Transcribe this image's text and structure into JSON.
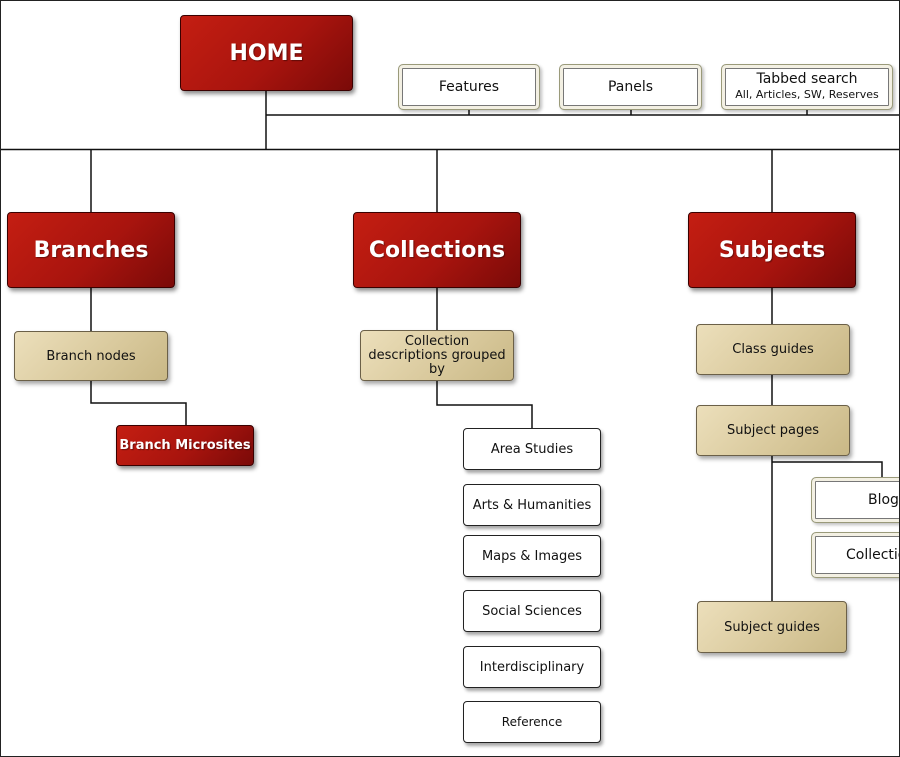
{
  "home": {
    "label": "HOME"
  },
  "top_tabs": [
    {
      "label": "Features"
    },
    {
      "label": "Panels"
    },
    {
      "label": "Tabbed search",
      "sublabel": "All, Articles, SW, Reserves"
    }
  ],
  "sections": {
    "branches": {
      "label": "Branches",
      "children": [
        {
          "label": "Branch nodes"
        },
        {
          "label": "Branch Microsites"
        }
      ]
    },
    "collections": {
      "label": "Collections",
      "group_label": "Collection descriptions grouped by",
      "items": [
        {
          "label": "Area Studies"
        },
        {
          "label": "Arts & Humanities"
        },
        {
          "label": "Maps & Images"
        },
        {
          "label": "Social Sciences"
        },
        {
          "label": "Interdisciplinary"
        },
        {
          "label": "Reference"
        }
      ]
    },
    "subjects": {
      "label": "Subjects",
      "children": [
        {
          "label": "Class guides"
        },
        {
          "label": "Subject pages"
        },
        {
          "label": "Subject guides"
        }
      ],
      "subject_page_links": [
        {
          "label": "Blog"
        },
        {
          "label": "Collectio"
        }
      ]
    }
  },
  "colors": {
    "primary_node": "#a8140e",
    "secondary_node": "#d8c89b",
    "leaf_node": "#ffffff",
    "connector": "#111111"
  }
}
